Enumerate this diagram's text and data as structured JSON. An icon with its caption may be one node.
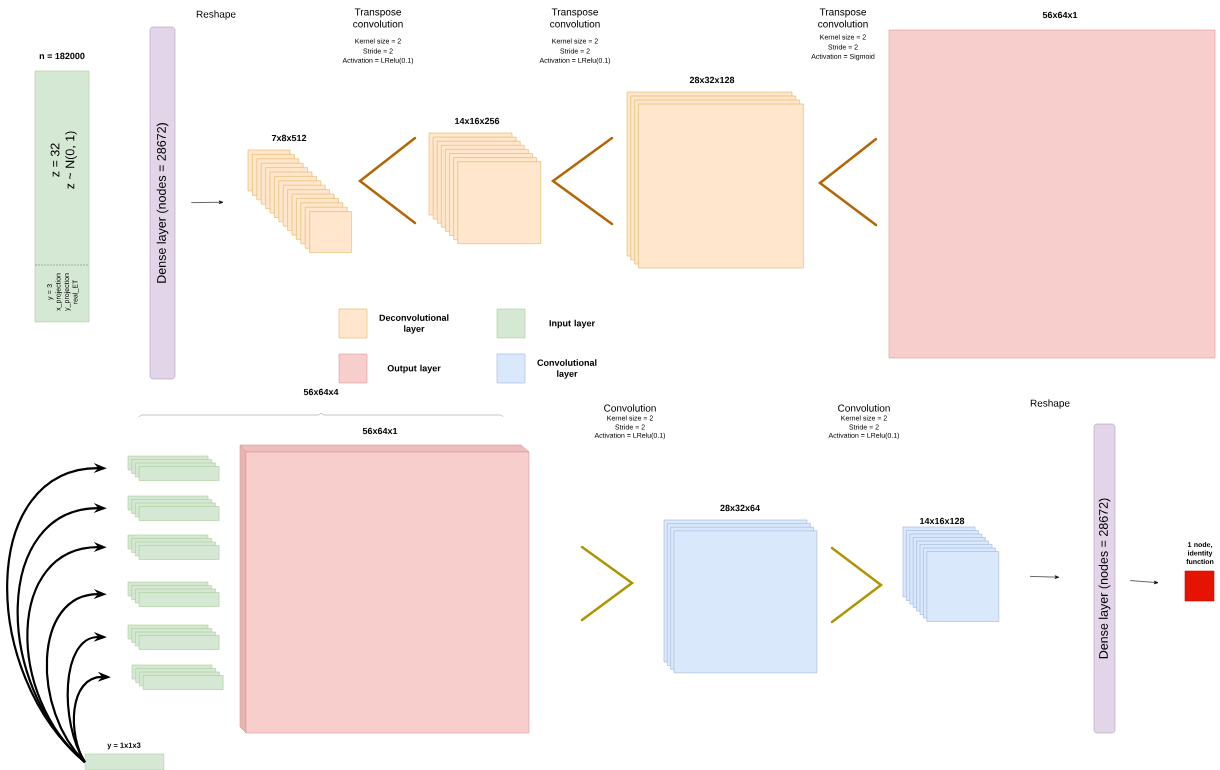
{
  "diagram": {
    "nodes": [
      {
        "text": [
          "z = 32",
          "z ~ N(0, 1)",
          "y = 3 x_projection y_projection real_ET"
        ],
        "beside": [
          "n = 182000"
        ]
      },
      {
        "text": [
          "Dense layer (nodes = 28672)"
        ],
        "beside": [
          "Reshape"
        ]
      },
      {
        "text": [],
        "shape": "box",
        "beside": [
          "7x8x512"
        ]
      },
      {
        "text": [],
        "shape": "box",
        "beside": [
          "14x16x256"
        ]
      },
      {
        "text": [],
        "shape": "box",
        "beside": [
          "28x32x128"
        ]
      },
      {
        "text": [],
        "shape": "box",
        "beside": [
          "56x64x1"
        ]
      },
      {
        "text": [],
        "shape": "box"
      },
      {
        "text": [],
        "shape": "box"
      },
      {
        "text": [],
        "shape": "box"
      },
      {
        "text": [],
        "shape": "box"
      },
      {
        "text": [],
        "shape": "box"
      },
      {
        "text": [],
        "shape": "box"
      },
      {
        "text": [],
        "shape": "box",
        "beside": [
          "56x64x1"
        ]
      },
      {
        "text": [],
        "shape": "box",
        "beside": [
          "y = 1x1x3"
        ]
      },
      {
        "text": [],
        "shape": "box",
        "beside": [
          "28x32x64"
        ]
      },
      {
        "text": [],
        "shape": "box",
        "beside": [
          "14x16x128"
        ]
      },
      {
        "text": [
          "Dense layer (nodes = 28672)"
        ],
        "beside": [
          "Reshape"
        ]
      },
      {
        "text": [],
        "shape": "box",
        "beside": [
          "1 node, identity function"
        ]
      }
    ],
    "edges": [
      {
        "from": 1,
        "to": 2,
        "arrow": "to"
      },
      {
        "from": 13,
        "to": 6,
        "arrow": "to"
      },
      {
        "from": 13,
        "to": 7,
        "arrow": "to"
      },
      {
        "from": 13,
        "to": 8,
        "arrow": "to"
      },
      {
        "from": 13,
        "to": 9,
        "arrow": "to"
      },
      {
        "from": 13,
        "to": 10,
        "arrow": "to"
      },
      {
        "from": 13,
        "to": 11,
        "arrow": "to"
      },
      {
        "from": 15,
        "to": 16,
        "arrow": "to"
      },
      {
        "from": 16,
        "to": 17,
        "arrow": "to"
      }
    ],
    "labels": [
      "Transpose convolution",
      "Kernel size = 2",
      "Stride = 2",
      "Activation = LRelu(0.1)",
      "Transpose convolution",
      "Kernel size = 2",
      "Stride = 2",
      "Activation = LRelu(0.1)",
      "Transpose convolution",
      "Kernel size = 2",
      "Stride = 2",
      "Activation = Sigmoid",
      "56x64x4",
      "Convolution",
      "Kernel size = 2",
      "Stride = 2",
      "Activation = LRelu(0.1)",
      "Convolution",
      "Kernel size = 2",
      "Stride = 2",
      "Activation = LRelu(0.1)"
    ],
    "legend": [
      {
        "text": "Deconvolutional layer",
        "color": "#ffe6cc"
      },
      {
        "text": "Input layer",
        "color": "#d5e8d4"
      },
      {
        "text": "Output layer",
        "color": "#f8cecc"
      },
      {
        "text": "Convolutional layer",
        "color": "#dae8fc"
      }
    ]
  }
}
